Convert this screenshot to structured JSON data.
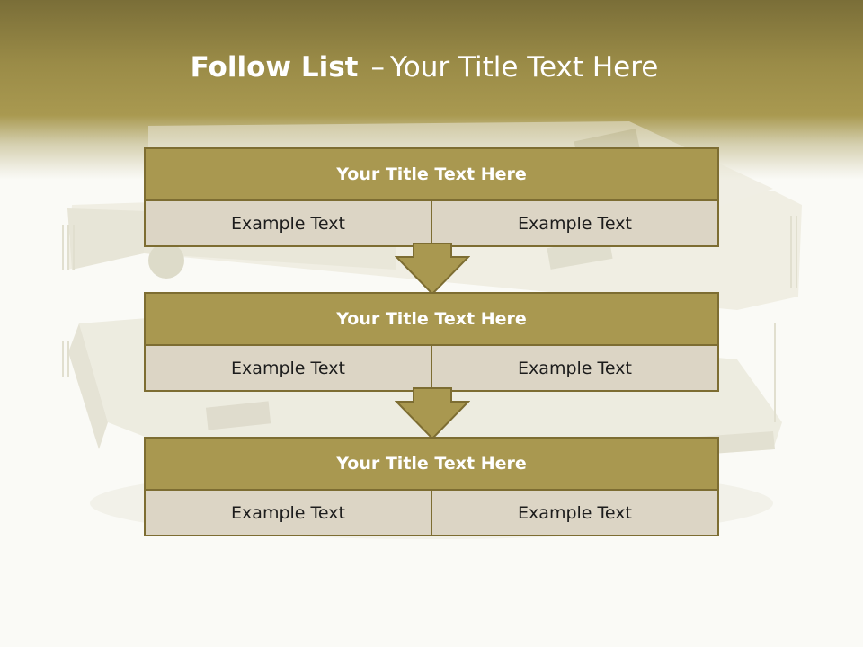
{
  "title": {
    "bold": "Follow List",
    "separator": "–",
    "rest": "Your Title Text Here"
  },
  "stages": [
    {
      "title": "Your Title Text Here",
      "left": "Example Text",
      "right": "Example Text"
    },
    {
      "title": "Your Title Text Here",
      "left": "Example Text",
      "right": "Example Text"
    },
    {
      "title": "Your Title Text Here",
      "left": "Example Text",
      "right": "Example Text"
    }
  ],
  "colors": {
    "header_dark": "#7a6e38",
    "box_fill": "#a99850",
    "box_border": "#7d6d32",
    "cell_fill": "#dcd5c5",
    "background": "#fafaf6"
  }
}
